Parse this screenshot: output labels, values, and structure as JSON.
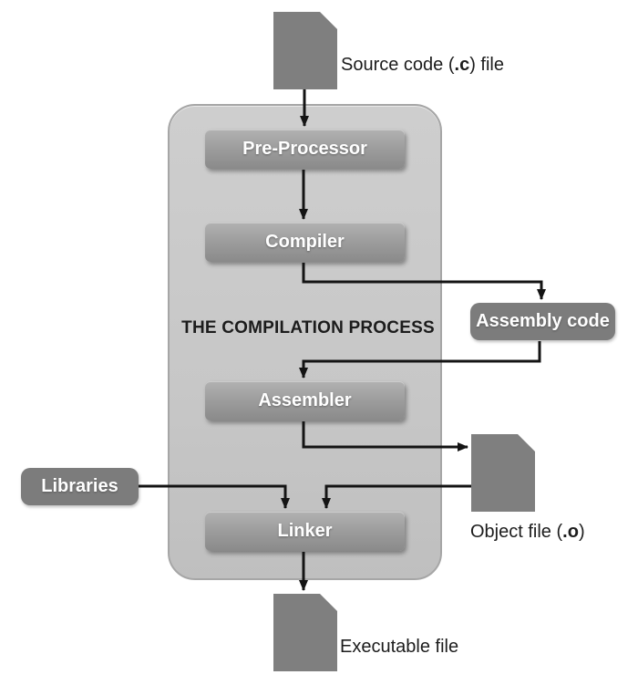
{
  "title": "THE COMPILATION PROCESS",
  "stages": [
    {
      "id": "pre-processor",
      "label": "Pre-Processor"
    },
    {
      "id": "compiler",
      "label": "Compiler"
    },
    {
      "id": "assembler",
      "label": "Assembler"
    },
    {
      "id": "linker",
      "label": "Linker"
    }
  ],
  "side_boxes": {
    "assembly_code": {
      "label": "Assembly code"
    },
    "libraries": {
      "label": "Libraries"
    }
  },
  "files": {
    "source": {
      "prefix": "Source code (",
      "ext": ".c",
      "suffix": ") file"
    },
    "object": {
      "prefix": "Object file (",
      "ext": ".o",
      "suffix": ")"
    },
    "executable": {
      "label": "Executable file"
    }
  },
  "colors": {
    "background": "#ffffff",
    "container_fill": "#c9c9c9",
    "container_border": "#a6a6a6",
    "stage_box_gray": "#9e9e9e",
    "side_box_gray": "#7c7c7c",
    "file_icon_gray": "#7f7f7f",
    "arrow_black": "#141414",
    "text_white": "#ffffff",
    "text_black": "#1c1c1c"
  }
}
